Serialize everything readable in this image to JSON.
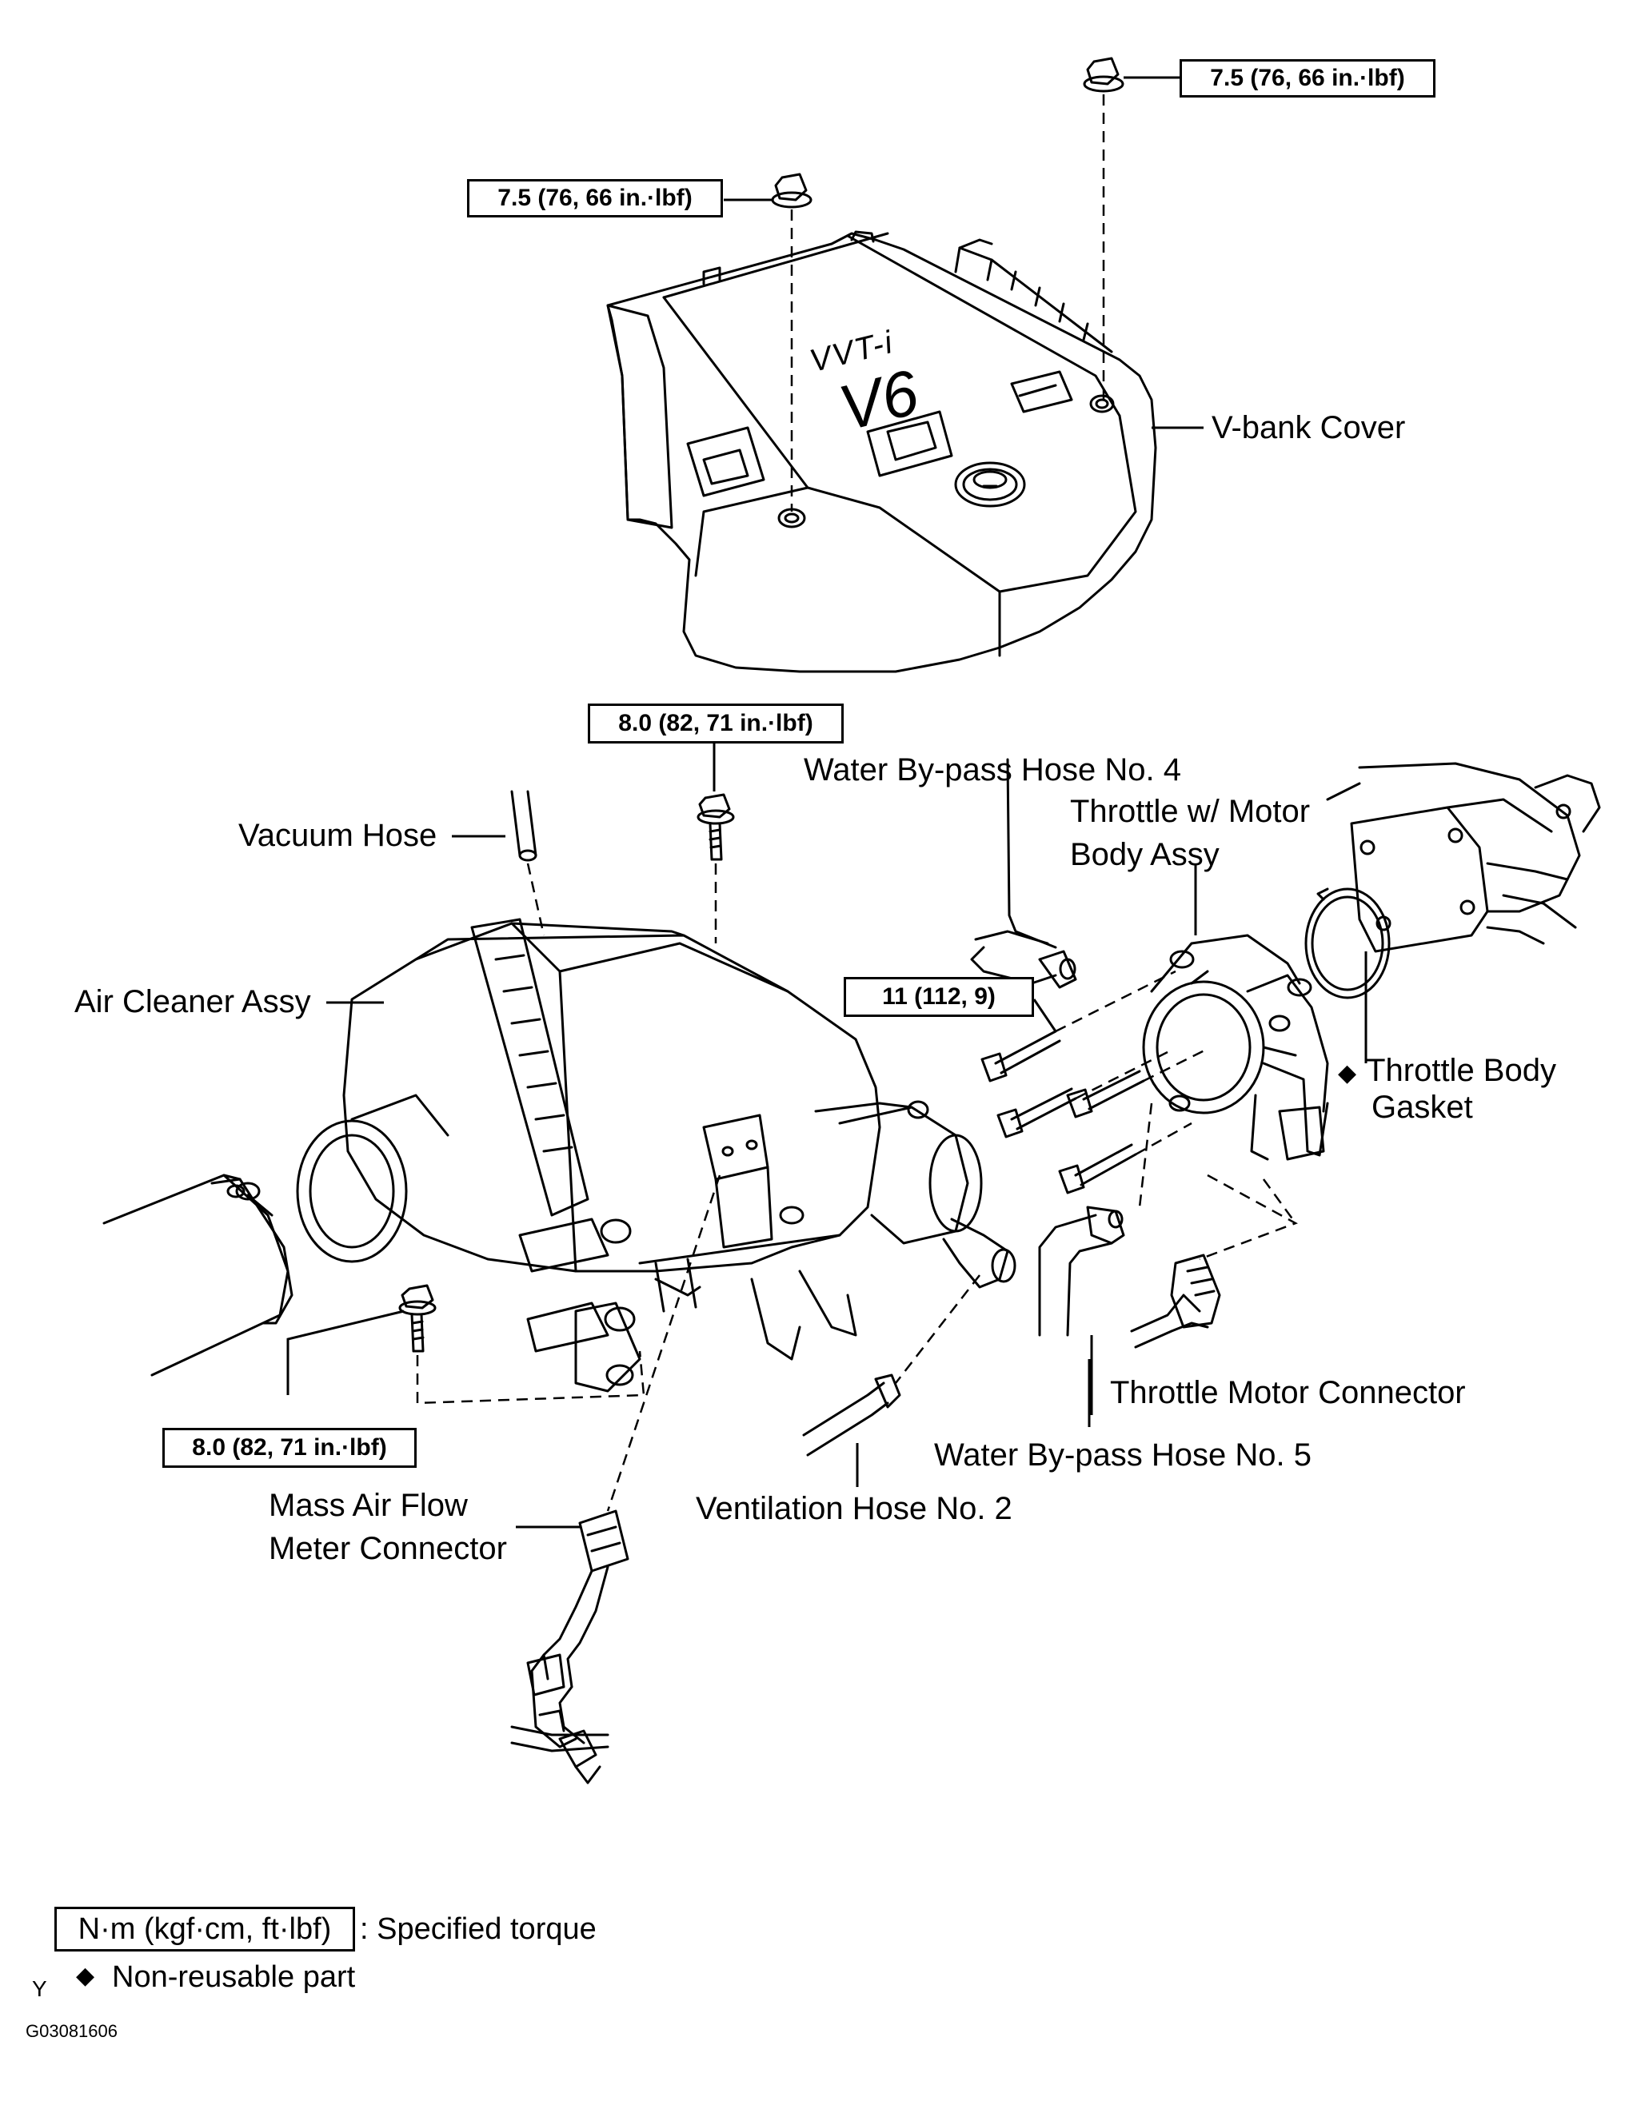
{
  "torque_labels": {
    "cover_nut_right": "7.5 (76, 66 in.·lbf)",
    "cover_nut_left": "7.5 (76, 66 in.·lbf)",
    "air_cleaner_bolt_top": "8.0 (82, 71 in.·lbf)",
    "throttle_bolts": "11 (112, 9)",
    "air_cleaner_bolt_bottom": "8.0 (82, 71 in.·lbf)"
  },
  "part_labels": {
    "v_bank_cover": "V-bank  Cover",
    "water_bypass_hose_4": "Water By-pass Hose No. 4",
    "throttle_body_assy_line1": "Throttle w/ Motor",
    "throttle_body_assy_line2": "Body Assy",
    "vacuum_hose": "Vacuum Hose",
    "air_cleaner_assy": "Air Cleaner Assy",
    "throttle_body_gasket_line1": "Throttle Body",
    "throttle_body_gasket_line2": "Gasket",
    "throttle_motor_connector": "Throttle Motor Connector",
    "water_bypass_hose_5": "Water By-pass Hose No. 5",
    "ventilation_hose_2": "Ventilation Hose No. 2",
    "maf_connector_line1": "Mass Air Flow",
    "maf_connector_line2": "Meter Connector"
  },
  "cover_emblem": {
    "line1": "VVT-i",
    "line2": "V6"
  },
  "legend": {
    "torque_unit": "N·m (kgf·cm, ft·lbf)",
    "torque_desc": ": Specified torque",
    "nonreusable_symbol": "◆",
    "nonreusable_desc": "Non-reusable part",
    "gasket_symbol": "◆"
  },
  "footer": {
    "letter": "Y",
    "figure_id": "G03081606"
  }
}
